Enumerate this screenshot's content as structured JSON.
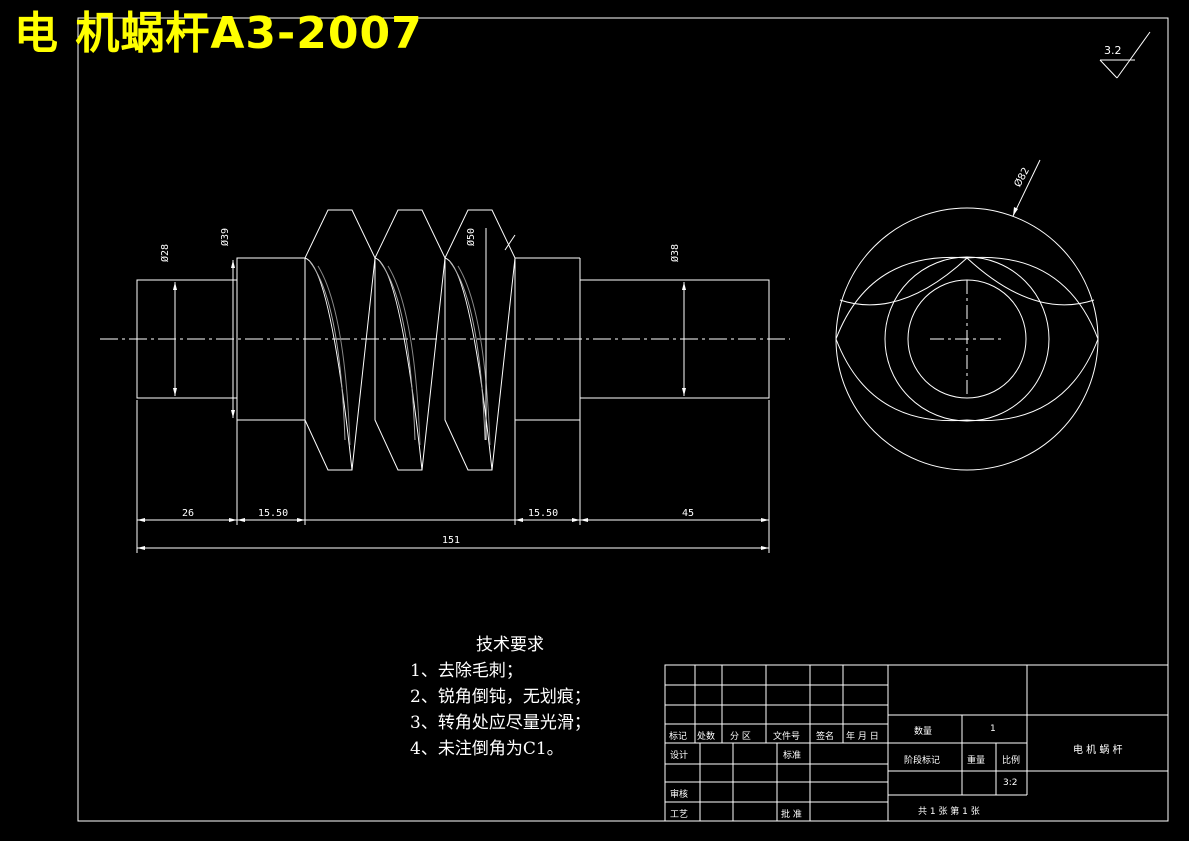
{
  "title": "电 机蜗杆A3-2007",
  "roughness": "3.2",
  "dimensions": {
    "d28": "Ø28",
    "d39": "Ø39",
    "d50": "Ø50",
    "d38": "Ø38",
    "d82": "Ø82",
    "l26": "26",
    "l1550a": "15.50",
    "l1550b": "15.50",
    "l45": "45",
    "l151": "151"
  },
  "tech": {
    "heading": "技术要求",
    "items": [
      "1、去除毛刺；",
      "2、锐角倒钝，无划痕；",
      "3、转角处应尽量光滑；",
      "4、未注倒角为C1。"
    ]
  },
  "titleblock": {
    "biaoji": "标记",
    "chushu": "处数",
    "fenqu": "分 区",
    "wenjianhao": "文件号",
    "qianming": "签名",
    "nianyueri": "年 月 日",
    "sheji": "设计",
    "biaozhun": "标准",
    "shenhe": "审核",
    "gongyi": "工艺",
    "pizhun": "批 准",
    "shuliang": "数量",
    "qty": "1",
    "jieduanbiaoji": "阶段标记",
    "zhongliang": "重量",
    "bili": "比例",
    "scale": "3:2",
    "sheets": "共 1 张   第 1 张",
    "partname": "电 机 蜗 杆"
  }
}
